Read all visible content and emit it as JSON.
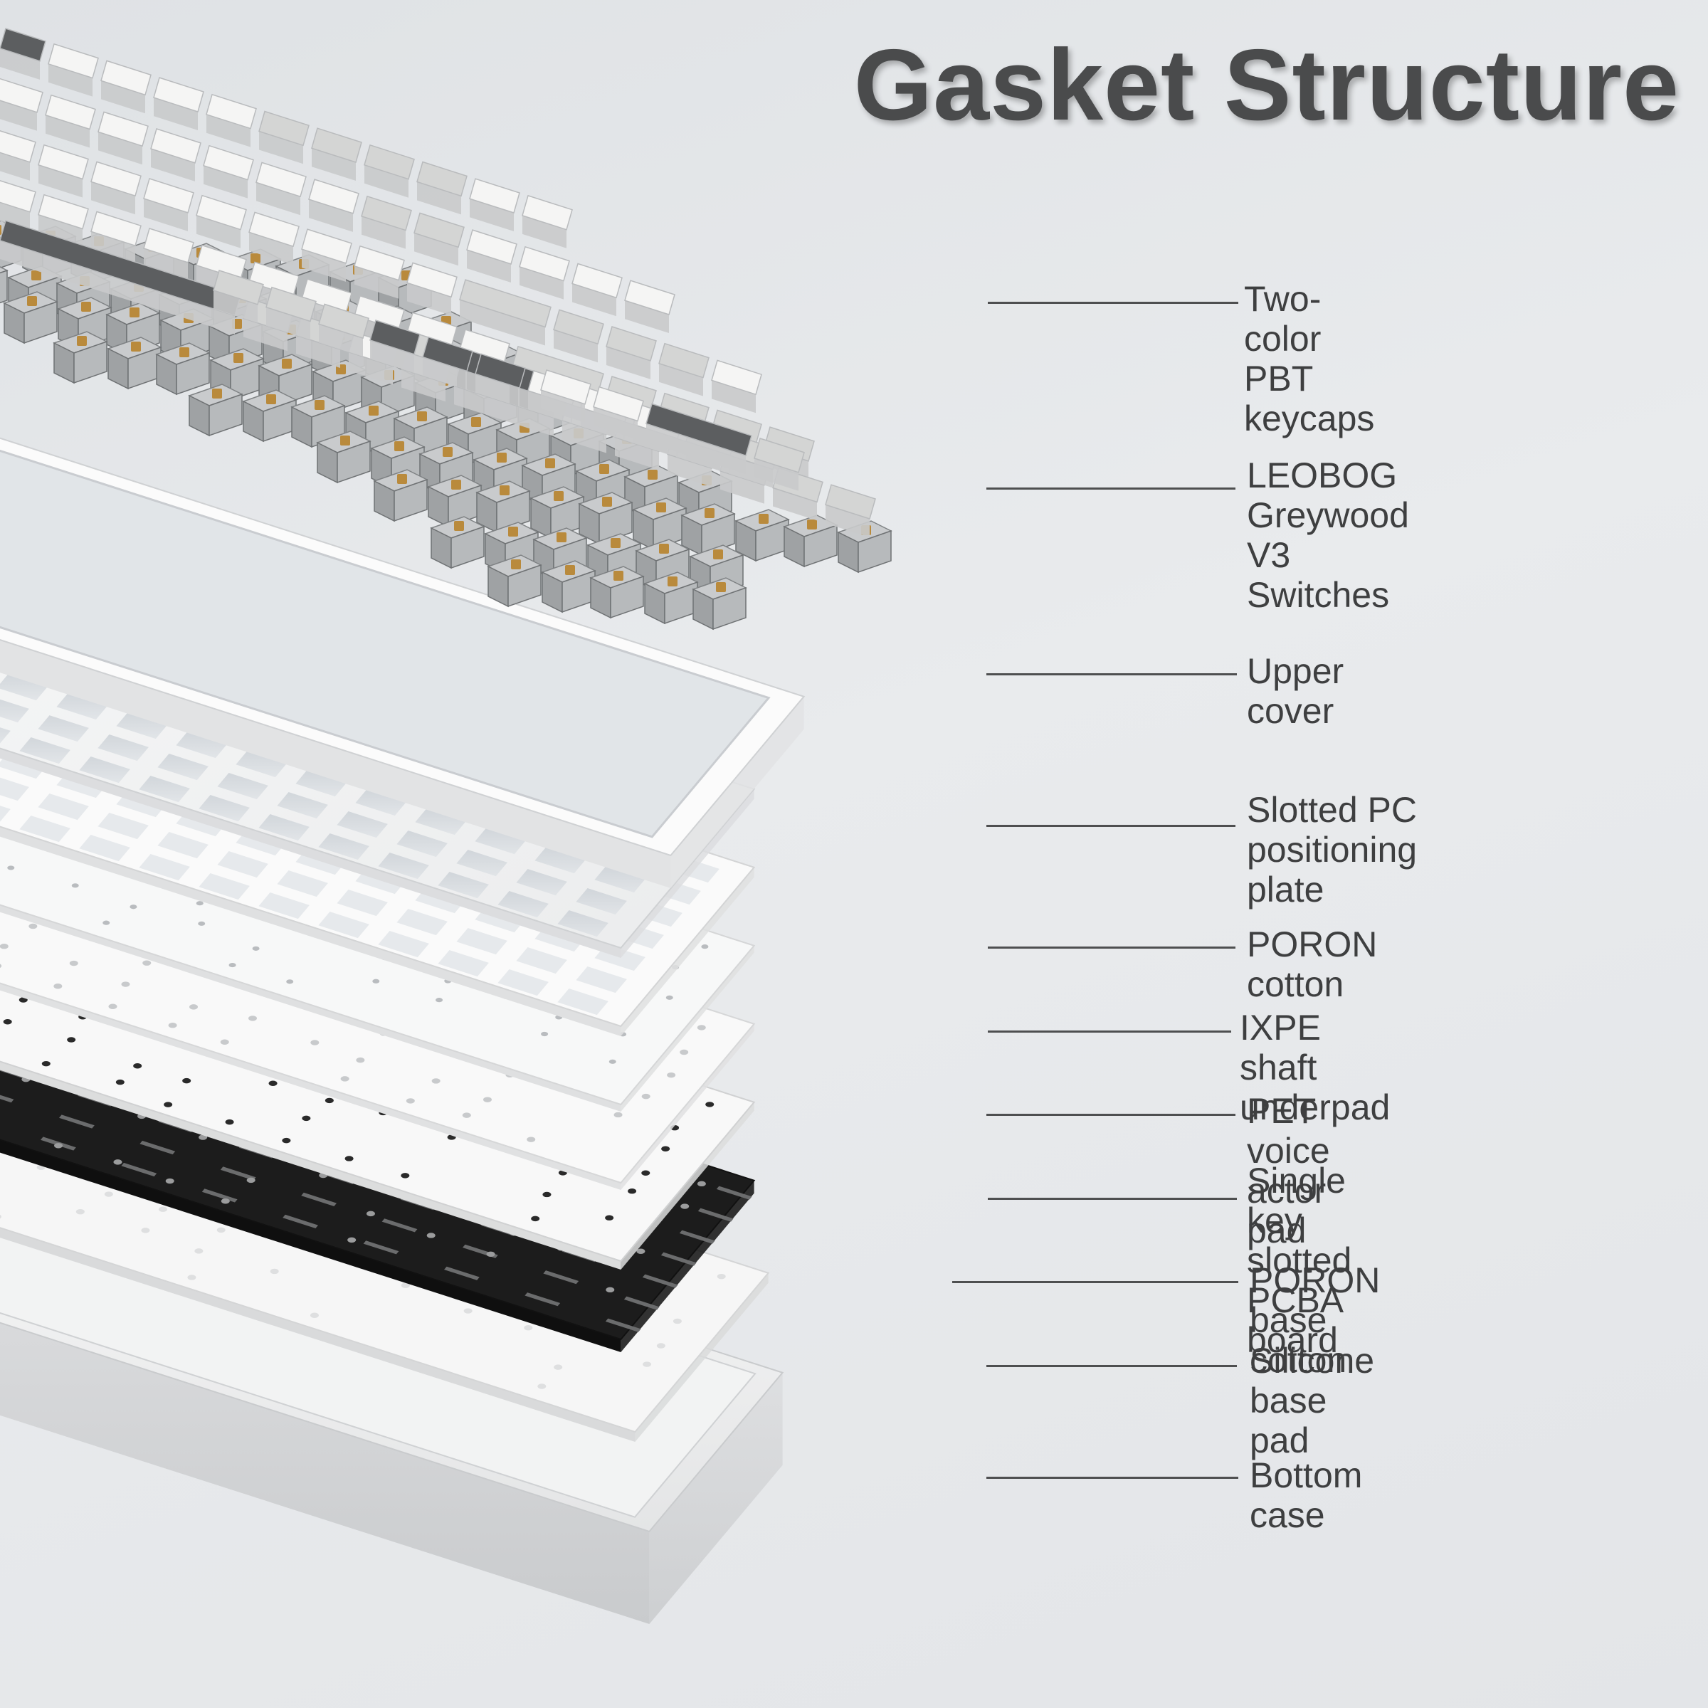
{
  "title": "Gasket Structure",
  "colors": {
    "background": "#e6e8ea",
    "title": "#4a4b4c",
    "label": "#3e3f40",
    "leader_line": "#4e4f50",
    "keycap_white": "#f5f5f4",
    "keycap_light_grey": "#d4d5d4",
    "keycap_dark_grey": "#5c5e60",
    "switch_housing": "#9fa2a4",
    "switch_stem": "#b98a3c",
    "foam_black": "#1c1c1c"
  },
  "layers": [
    {
      "id": "keycaps",
      "label": "Two-color PBT keycaps"
    },
    {
      "id": "switches",
      "label": "LEOBOG Greywood\nV3 Switches"
    },
    {
      "id": "upper-cover",
      "label": "Upper cover"
    },
    {
      "id": "positioning-plate",
      "label": "Slotted PC\npositioning plate"
    },
    {
      "id": "poron-cotton",
      "label": "PORON cotton"
    },
    {
      "id": "ixpe-underpad",
      "label": "IXPE shaft underpad"
    },
    {
      "id": "pet-pad",
      "label": "PET voice actor pad"
    },
    {
      "id": "pcba-board",
      "label": "Single key slotted\nPCBA board"
    },
    {
      "id": "poron-base-cotton",
      "label": "PORON base cotton"
    },
    {
      "id": "silicone-base-pad",
      "label": "Silicone base pad"
    },
    {
      "id": "bottom-case",
      "label": "Bottom case"
    }
  ]
}
